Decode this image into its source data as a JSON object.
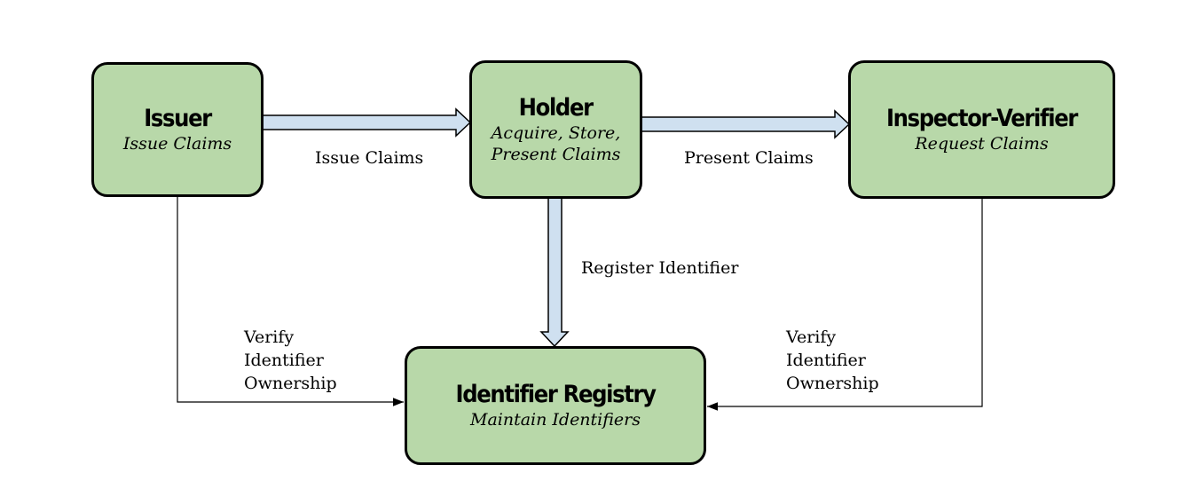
{
  "nodes": {
    "issuer": {
      "title": "Issuer",
      "subtitle": "Issue Claims"
    },
    "holder": {
      "title": "Holder",
      "subtitle_line1": "Acquire, Store,",
      "subtitle_line2": "Present Claims"
    },
    "verifier": {
      "title": "Inspector-Verifier",
      "subtitle": "Request Claims"
    },
    "registry": {
      "title": "Identifier Registry",
      "subtitle": "Maintain Identifiers"
    }
  },
  "edges": {
    "issue_claims": "Issue Claims",
    "present_claims": "Present Claims",
    "register_identifier": "Register Identifier",
    "issuer_verify": {
      "line1": "Verify",
      "line2": "Identifier",
      "line3": "Ownership"
    },
    "verifier_verify": {
      "line1": "Verify",
      "line2": "Identifier",
      "line3": "Ownership"
    }
  },
  "colors": {
    "node_fill": "#b8d8a9",
    "arrow_fill": "#cfe0f0"
  }
}
